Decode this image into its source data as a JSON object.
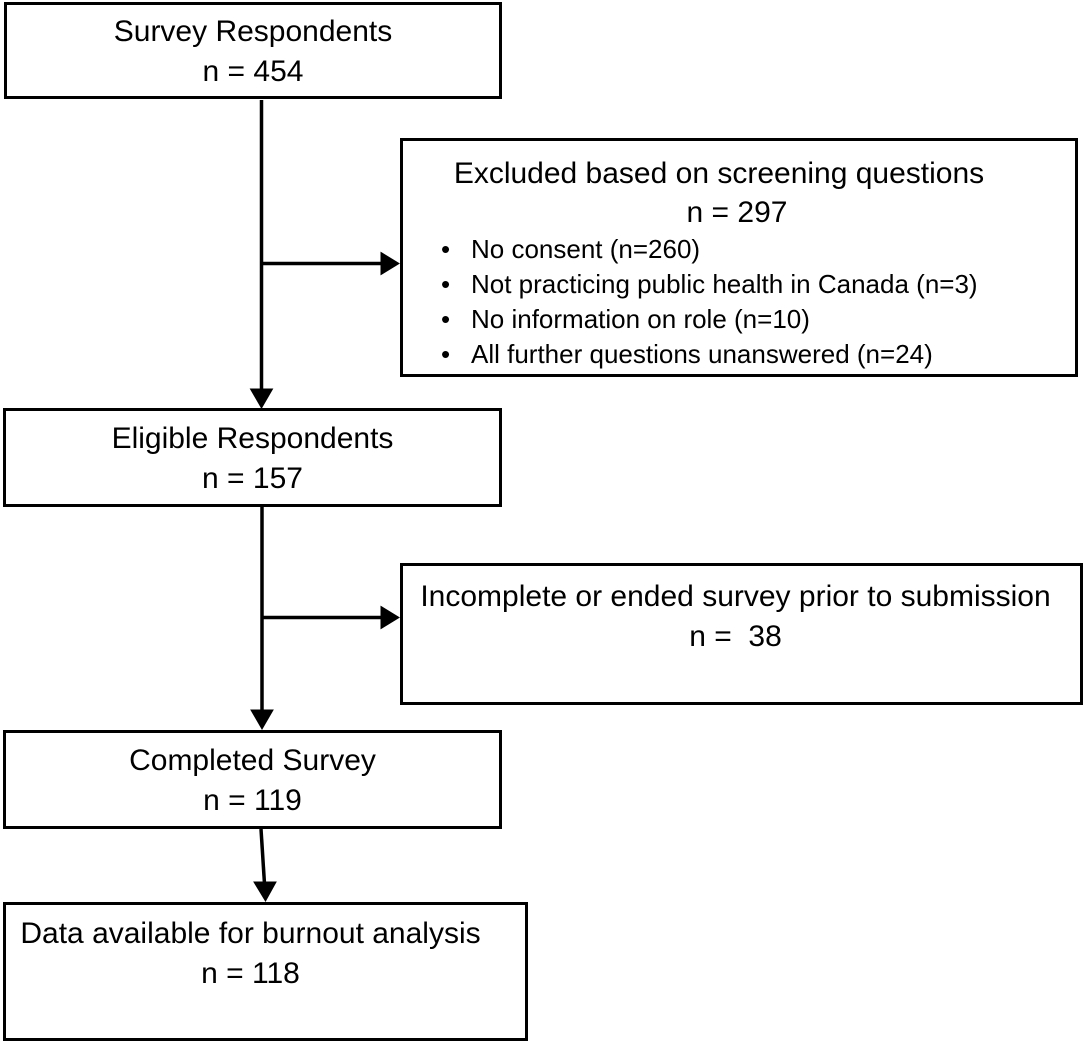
{
  "diagram": {
    "boxes": {
      "survey": {
        "label": "Survey Respondents",
        "n": "n = 454"
      },
      "excluded": {
        "label": "Excluded based on screening questions",
        "n": "n = 297",
        "bullets": [
          "No consent (n=260)",
          "Not practicing public health in Canada (n=3)",
          "No information on role (n=10)",
          "All further questions unanswered (n=24)"
        ]
      },
      "eligible": {
        "label": "Eligible Respondents",
        "n": "n = 157"
      },
      "incomplete": {
        "label": "Incomplete or ended survey prior to submission",
        "n": "n =  38"
      },
      "completed": {
        "label": "Completed Survey",
        "n": "n = 119"
      },
      "analysis": {
        "label": "Data available for burnout analysis",
        "n": "n = 118"
      }
    },
    "colors": {
      "background": "#ffffff",
      "box_border": "#000000",
      "text": "#000000",
      "arrow": "#000000"
    }
  }
}
